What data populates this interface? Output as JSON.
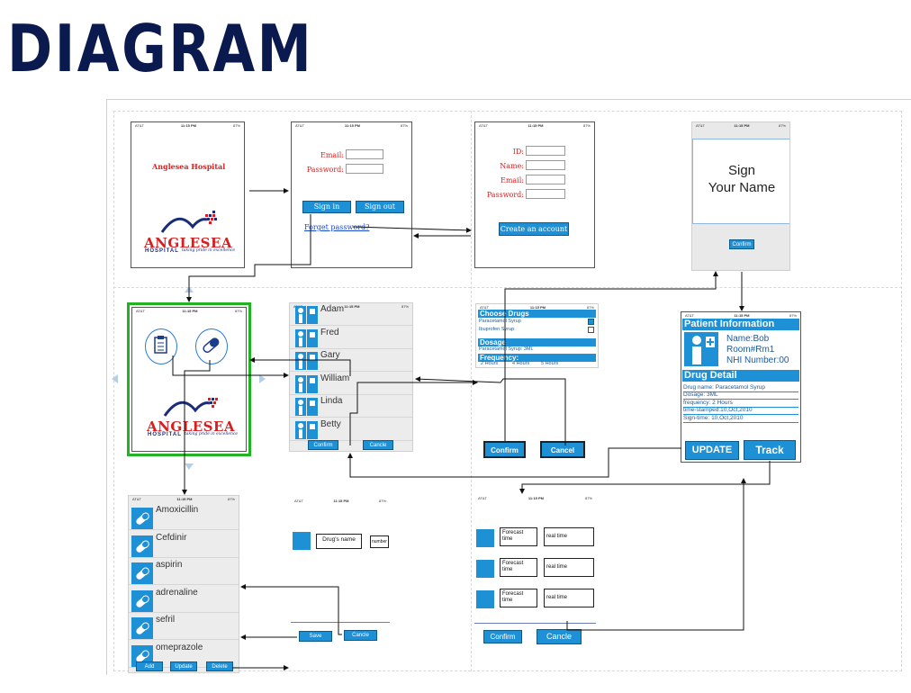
{
  "title": "DIAGRAM",
  "status_bar": {
    "carrier": "AT&T",
    "time": "11:15 PM",
    "battery": "87%"
  },
  "splash": {
    "hospital_name": "Anglesea Hospital"
  },
  "logo": {
    "brand": "ANGLESEA",
    "sub": "HOSPITAL",
    "tagline": "taking pride in excellence"
  },
  "login": {
    "email_label": "Email:",
    "password_label": "Password:",
    "sign_in": "Sign in",
    "sign_out": "Sign out",
    "forget": "Forget password?"
  },
  "register": {
    "id_label": "ID:",
    "name_label": "Name:",
    "email_label": "Email:",
    "password_label": "Password:",
    "create": "Create an account"
  },
  "signature": {
    "prompt_line1": "Sign",
    "prompt_line2": "Your Name",
    "confirm": "Confirm"
  },
  "patients": {
    "names": [
      "Adam",
      "Fred",
      "Gary",
      "William",
      "Linda",
      "Betty"
    ],
    "confirm": "Confirm",
    "cancel": "Cancle"
  },
  "choose_drugs": {
    "header": "Choose Drugs",
    "options": [
      "Paracetamol Syrup",
      "Ibuprofen Syrup"
    ],
    "dosage_header": "Dosage",
    "dosage_value": "Paracetamol Syrup: 3ML",
    "frequency_header": "Frequency:",
    "frequency_options": [
      "2 Hours",
      "4 Hours",
      "5 Hours"
    ],
    "confirm": "Confirm",
    "cancel": "Cancel"
  },
  "patient_info": {
    "header": "Patient Information",
    "name": "Name:Bob",
    "room": "Room#Rm1",
    "nhi": "NHI Number:00",
    "detail_header": "Drug Detail",
    "details": [
      "Drug name: Paracetamol Syrup",
      "Dosage: 3ML",
      "frequency: 2 Hours",
      "time-stamped:10,Oct,2010",
      "Sign-time: 10,Oct,2010"
    ],
    "update": "UPDATE",
    "track": "Track"
  },
  "drugs_list": {
    "names": [
      "Amoxicillin",
      "Cefdinir",
      "aspirin",
      "adrenaline",
      "sefril",
      "omeprazole"
    ],
    "add": "Add",
    "update": "Update",
    "delete": "Delete"
  },
  "add_drug": {
    "name_label": "Drug's name",
    "number_label": "number",
    "save": "Save",
    "cancel": "Cancle"
  },
  "track": {
    "forecast_label": "Forecast time",
    "real_label": "real time",
    "confirm": "Confirm",
    "cancel": "Cancle"
  },
  "colors": {
    "accent": "#1e90d6",
    "title": "#0b1a4e",
    "highlight": "#22b322",
    "hospital_red": "#d81e1e"
  }
}
